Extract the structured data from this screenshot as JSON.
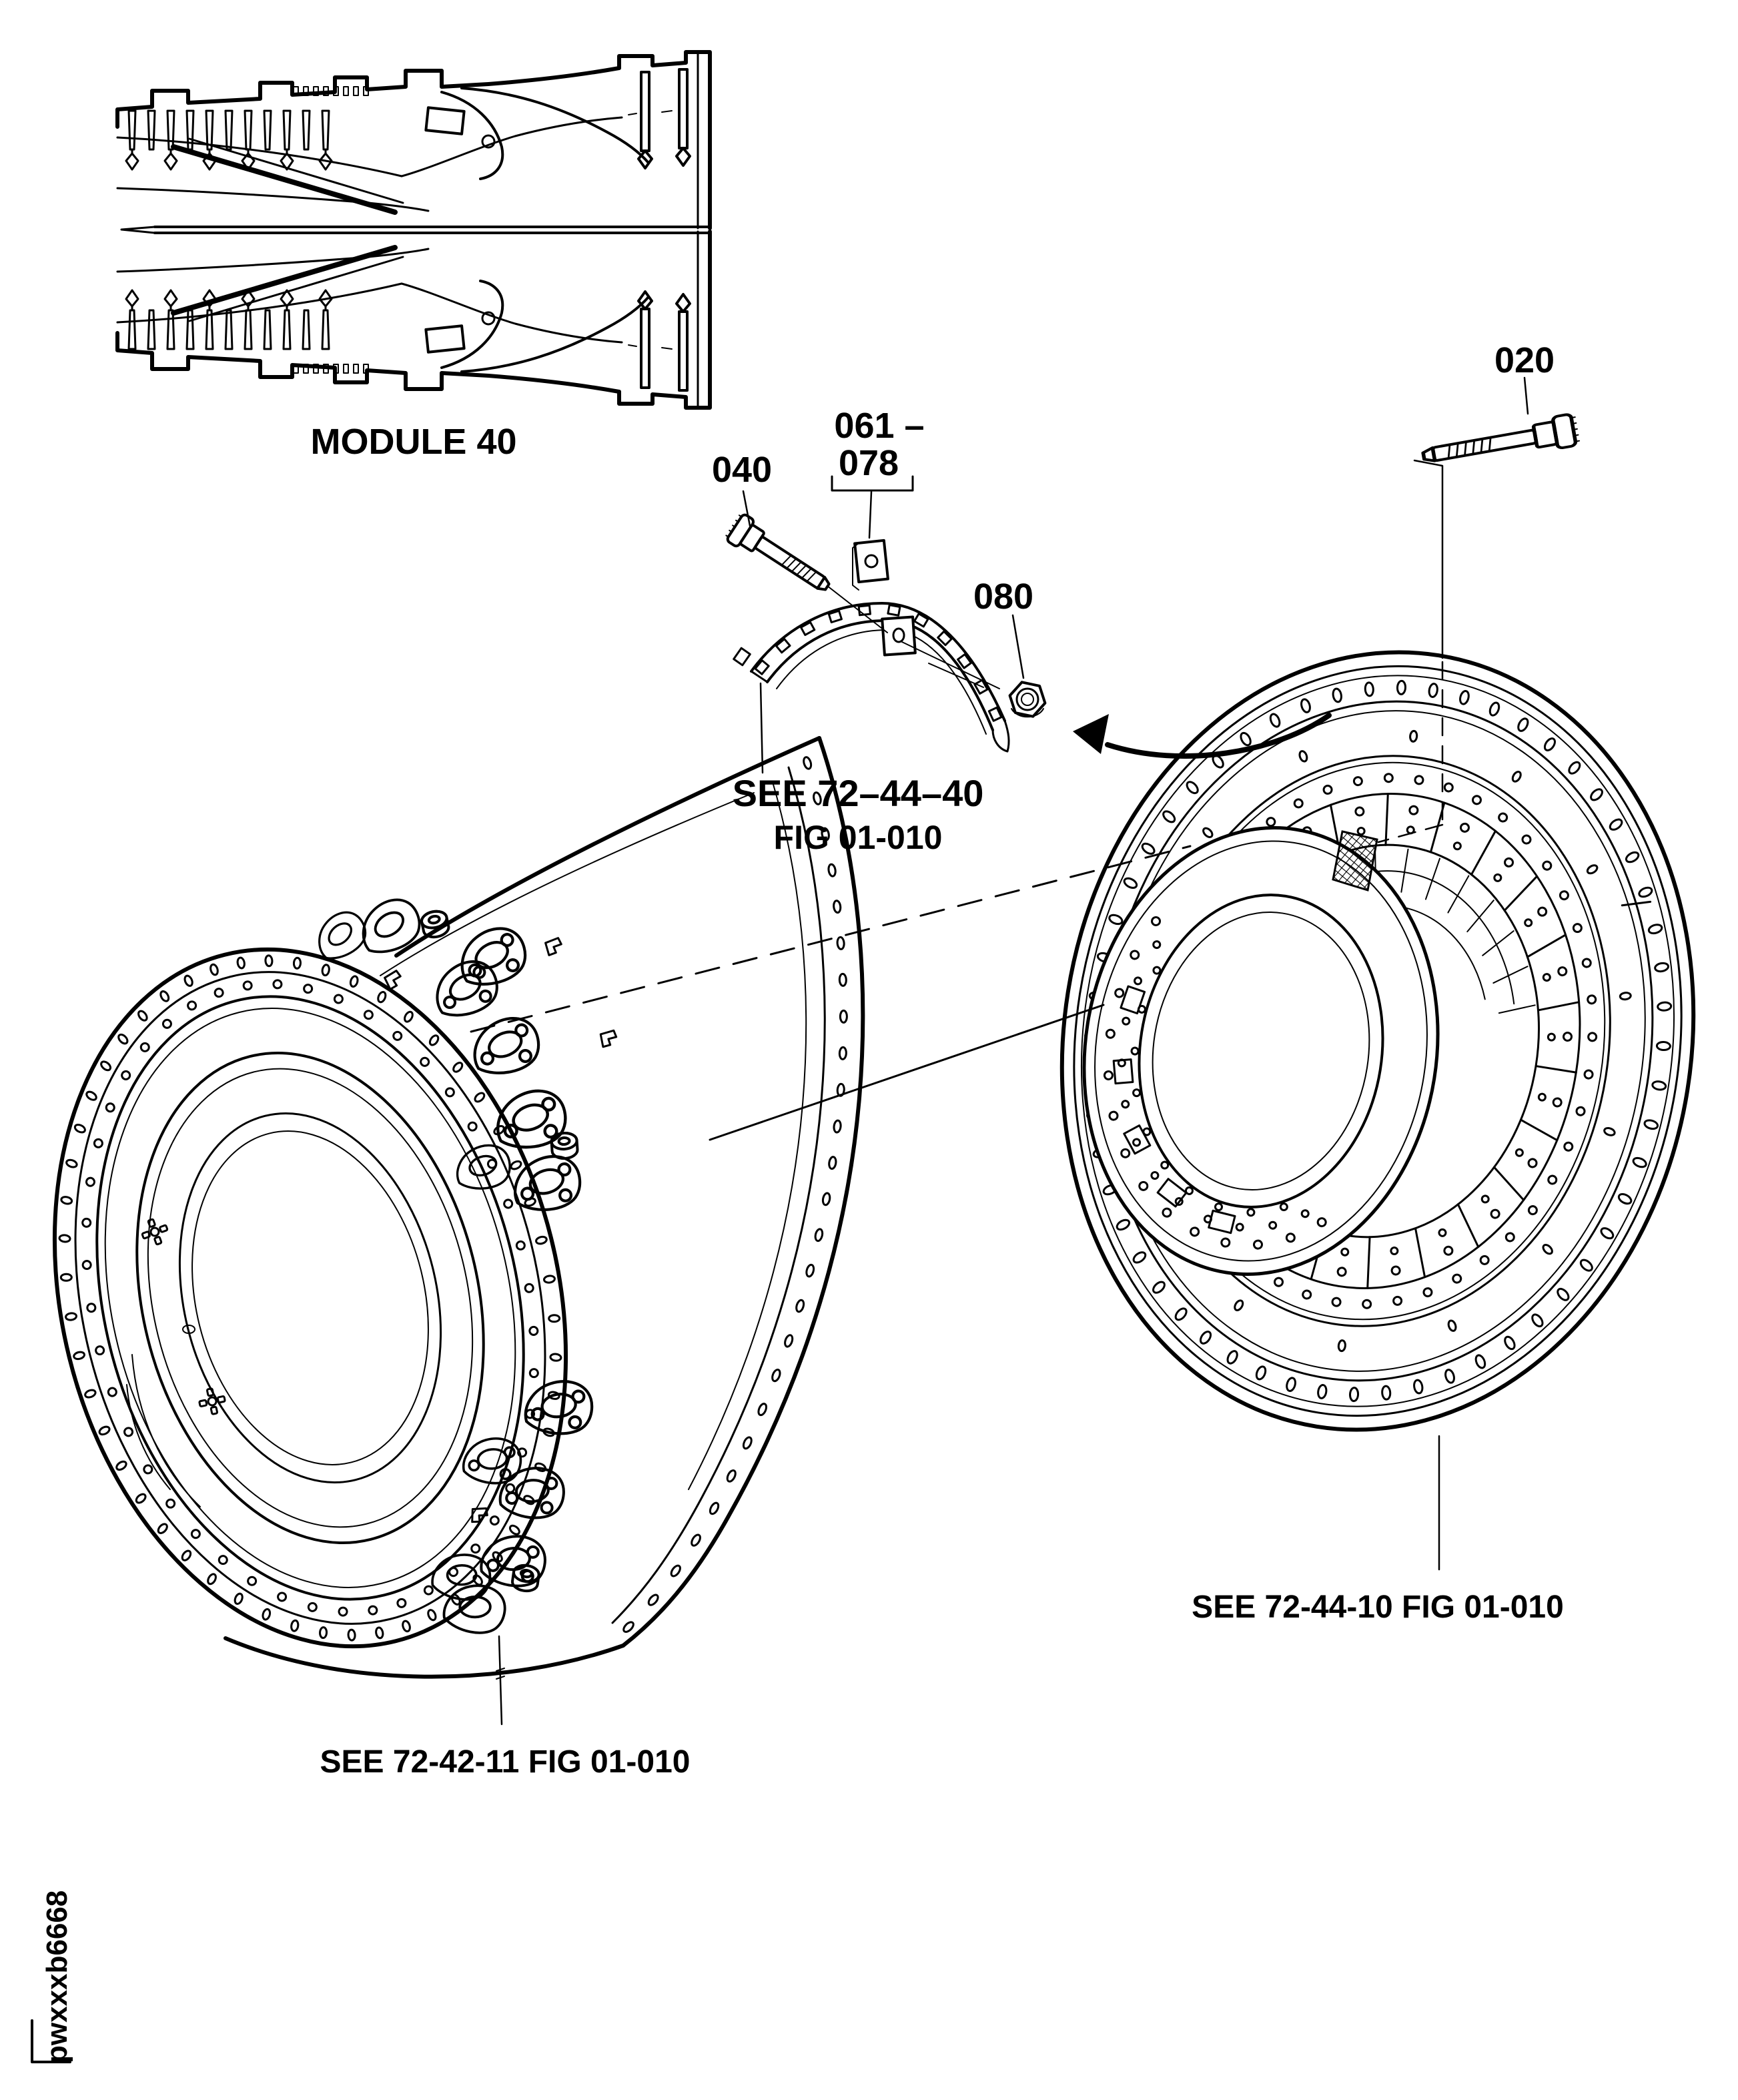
{
  "figure": {
    "module_label": "MODULE 40",
    "watermark": "pwxxxb6668"
  },
  "parts": {
    "bolt_top_right": "020",
    "bolt_detail": "040",
    "retainer_range_line1": "061 –",
    "retainer_range_line2": "078",
    "nut_detail": "080"
  },
  "references": {
    "seal_segment_line1": "SEE 72–44–40",
    "seal_segment_line2": "FIG 01-010",
    "vane_ring_assembly": "SEE 72-44-10 FIG 01-010",
    "turbine_case_drum": "SEE 72-42-11 FIG 01-010"
  },
  "icons": {
    "extraction_arrow": "curved-arrow-icon"
  },
  "colors": {
    "ink": "#000000",
    "paper": "#ffffff"
  }
}
